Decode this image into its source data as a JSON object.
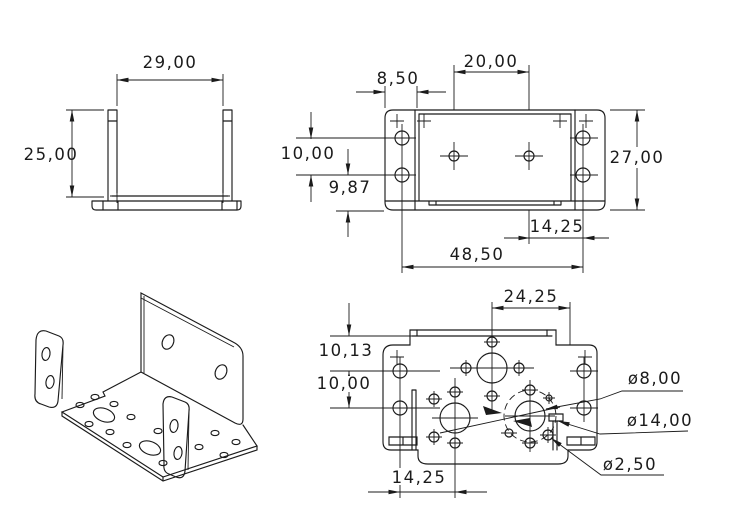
{
  "page": {
    "background": "#ffffff",
    "line_color": "#1b1b1b",
    "description": "Technical drawing of sheet-metal servo bracket, four views"
  },
  "views": {
    "front": {
      "width": "29,00",
      "height": "25,00"
    },
    "top": {
      "tab_width": "8,50",
      "hole_spacing": "20,00",
      "row_spacing": "10,00",
      "row_to_edge": "9,87",
      "depth": "27,00",
      "hole_to_side": "14,25",
      "span": "48,50"
    },
    "bottom": {
      "hole_offset": "24,25",
      "top_to_row1": "10,13",
      "row_spacing": "10,00",
      "side_to_hole": "14,25",
      "dia_large": "ø8,00",
      "dia_bolt_circle": "ø14,00",
      "dia_small": "ø2,50"
    }
  }
}
